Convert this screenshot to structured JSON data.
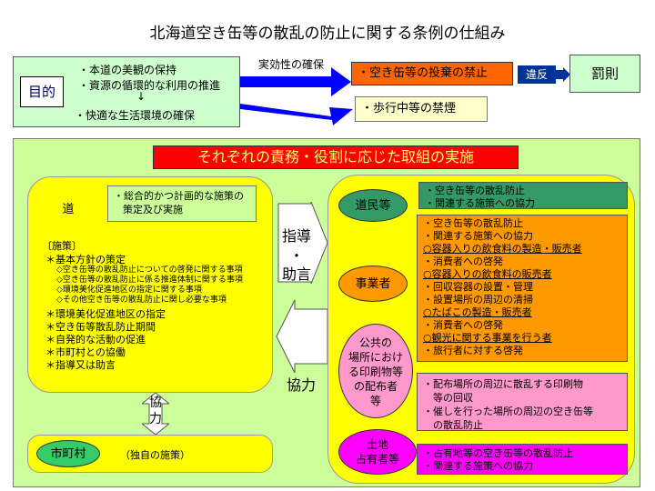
{
  "title": "北海道空き缶等の散乱の防止に関する条例の仕組み",
  "purpose": {
    "label": "目的",
    "line1": "・本道の美観の保持",
    "line2": "・資源の循環的な利用の推進",
    "arrow": "↓",
    "line3": "・快適な生活環境の確保"
  },
  "kouka_label": "実効性の確保",
  "prohibition": "・空き缶等の投棄の禁止",
  "ihan": "違反",
  "bassoku": "罰則",
  "walking": "・歩行中等の禁煙",
  "banner": "それぞれの責務・役割に応じた取組の実施",
  "dou": {
    "label": "道",
    "desc_line1": "・総合的かつ計画的な施策の",
    "desc_line2": "策定及び実施",
    "sesaku_title": "〔施策〕",
    "items": [
      "＊基本方針の策定",
      "◇空き缶等の散乱防止についての啓発に関する事項",
      "◇空き缶等の散乱防止に係る推進体制に関する事項",
      "◇環境美化促進地区の指定に関する事項",
      "◇その他空き缶等の散乱防止に関し必要な事項",
      "＊環境美化促進地区の指定",
      "＊空き缶等散乱防止期間",
      "＊自発的な活動の促進",
      "＊市町村との協働",
      "＊指導又は助言"
    ]
  },
  "shidou": [
    "指導",
    "・",
    "助言"
  ],
  "kyouryoku_right": "協力",
  "kyouryoku_left": [
    "協",
    "力"
  ],
  "shichouson": {
    "label": "市町村",
    "desc": "（独自の施策）"
  },
  "actors": {
    "doumin": {
      "label": "道民等",
      "lines": [
        "・空き缶等の散乱防止",
        "・関連する施策への協力"
      ]
    },
    "jigyousha": {
      "label": "事業者",
      "lines": [
        "・空き缶等の散乱防止",
        "・関連する施策への協力",
        "○容器入りの飲食料の製造・販売者",
        "・消費者への啓発",
        "○容器入りの飲食料の販売者",
        "・回収容器の設置・管理",
        "・設置場所の周辺の清掃",
        "○たばこの製造・販売者",
        "・消費者への啓発",
        "○観光に関する事業を行う者",
        "・旅行者に対する啓発"
      ]
    },
    "koukyou": {
      "label_lines": [
        "公共の",
        "場所におけ",
        "る印刷物等",
        "の配布者",
        "等"
      ],
      "lines": [
        "・配布場所の周辺に散乱する印刷物",
        "　等の回収",
        "・催しを行った場所の周辺の空き缶等",
        "　の散乱防止"
      ]
    },
    "tochi": {
      "label_lines": [
        "土地",
        "占有者等"
      ],
      "lines": [
        "・占有地等の空き缶等の散乱防止",
        "・関連する施策への協力"
      ]
    }
  },
  "colors": {
    "green_box": "#ccffcc",
    "orange": "#ff6600",
    "red_banner": "#ff0000",
    "yellow": "#ffff00",
    "outer_green": "#ccff99",
    "doumin_green": "#339966",
    "jigyousha_orange": "#ff9900",
    "koukyou_pink": "#ff99cc",
    "tochi_magenta": "#ff00ff",
    "shichouson_green": "#33cc66",
    "blue_label": "#003399"
  }
}
